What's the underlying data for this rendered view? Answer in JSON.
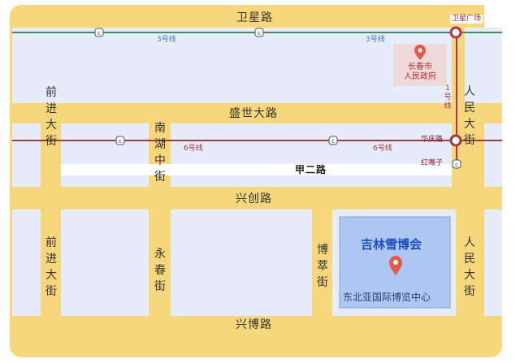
{
  "colors": {
    "road_fill": "#f7d77c",
    "block_fill": "#e7ecfb",
    "line3": "#3f8d62",
    "line6": "#a43a3a",
    "line1": "#b5334e",
    "venue_fill": "#aec6f4",
    "gov_fill": "#f0d9db",
    "marker": "#e25b4d"
  },
  "roads": {
    "weixing": "卫星路",
    "shengshi": "盛世大路",
    "jiaer": "甲二路",
    "xingchuang": "兴创路",
    "xingbo": "兴博路",
    "qianjin_top": "前进大街",
    "qianjin_bottom": "前进大街",
    "nanhu": "南湖中街",
    "yongchun": "永春街",
    "bocui": "博萃街",
    "renmin_top": "人民大街",
    "renmin_bottom": "人民大街"
  },
  "metro": {
    "line3_left": "3号线",
    "line3_right": "3号线",
    "line6_left": "6号线",
    "line6_right": "6号线",
    "line1": "1号线"
  },
  "stations": {
    "weixing_square": "卫星广场",
    "huaqing_road": "华庆路",
    "hongzuizi": "红嘴子"
  },
  "landmarks": {
    "gov_line1": "长春市",
    "gov_line2": "人民政府",
    "venue_name": "吉林雪博会",
    "venue_sub": "东北亚国际博览中心"
  }
}
